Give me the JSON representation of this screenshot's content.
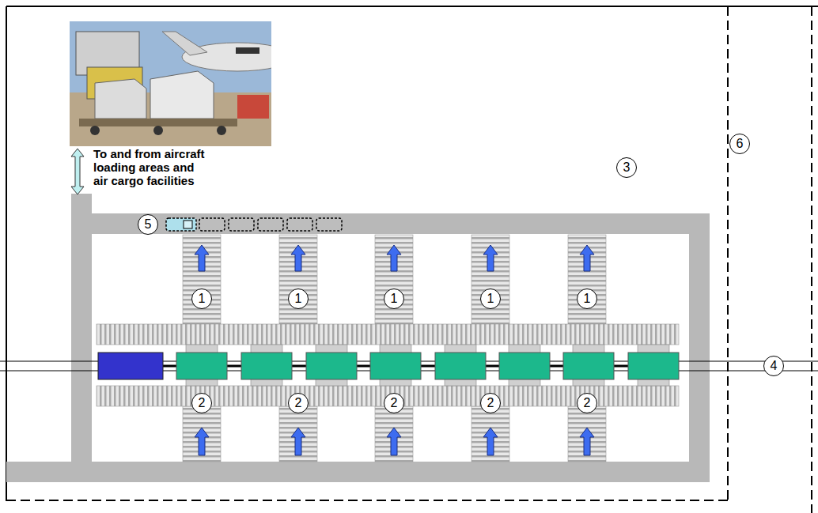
{
  "diagram": {
    "labels": [
      "To and from aircraft loading areas and air cargo facilities",
      "1",
      "1",
      "1",
      "1",
      "1",
      "2",
      "2",
      "2",
      "2",
      "2",
      "3",
      "4",
      "5",
      "6"
    ]
  }
}
